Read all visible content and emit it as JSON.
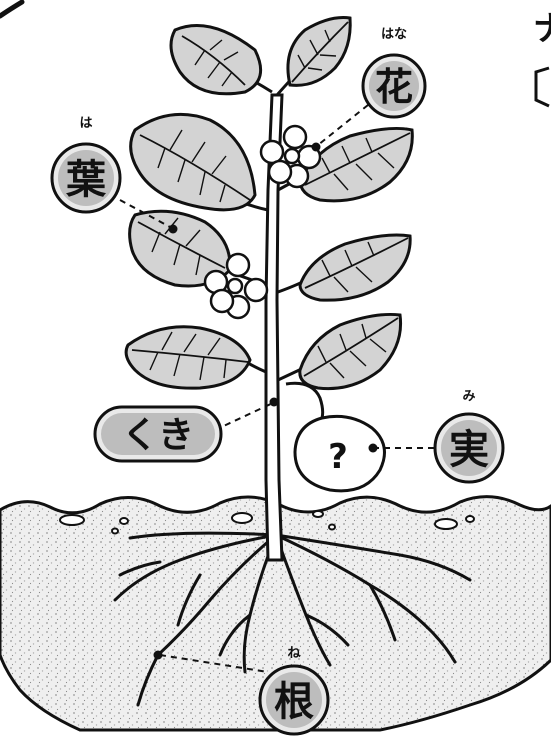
{
  "colors": {
    "leaf": "#d3d3d3",
    "label_fill": "#bdbdbd",
    "label_ring": "#e9e9e9",
    "ink": "#111111",
    "soil": "#ececec"
  },
  "labels": {
    "flower": {
      "text": "花",
      "ruby": "はな"
    },
    "leaf": {
      "text": "葉",
      "ruby": "は"
    },
    "stem": {
      "text": "くき"
    },
    "fruit": {
      "text": "実",
      "ruby": "み"
    },
    "fruit_bubble": {
      "text": "?"
    },
    "root": {
      "text": "根",
      "ruby": "ね"
    }
  },
  "edge_text": {
    "top_right": "ナ"
  }
}
